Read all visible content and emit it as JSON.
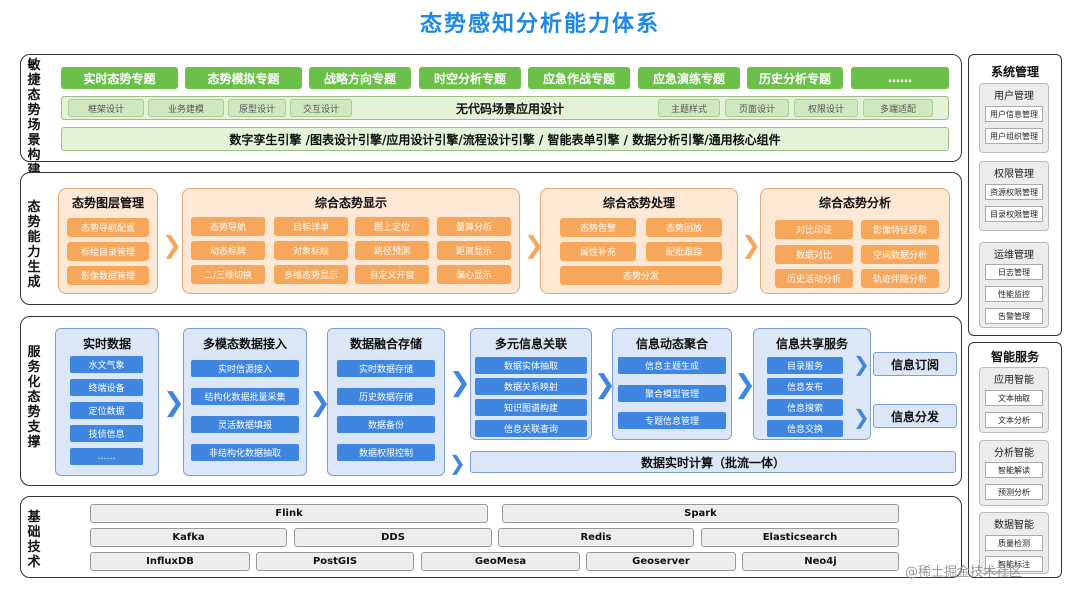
{
  "title": "态势感知分析能力体系",
  "watermark": "@稀土掘金技术社区",
  "scene_build": {
    "label": "敏捷态势场景构建",
    "topics": [
      "实时态势专题",
      "态势模拟专题",
      "战略方向专题",
      "时空分析专题",
      "应急作战专题",
      "应急演练专题",
      "历史分析专题",
      "……"
    ],
    "chips_left": [
      "框架设计",
      "业务建模",
      "原型设计",
      "交互设计"
    ],
    "center_label": "无代码场景应用设计",
    "chips_right": [
      "主题样式",
      "页面设计",
      "权限设计",
      "多端适配"
    ],
    "engines": "数字孪生引擎 /图表设计引擎/应用设计引擎/流程设计引擎 / 智能表单引擎 / 数据分析引擎/通用核心组件"
  },
  "ability": {
    "label": "态势能力生成",
    "layer_mgmt": {
      "title": "态势图层管理",
      "items": [
        "态势导航配置",
        "标绘目录管理",
        "影像数据管理"
      ]
    },
    "display": {
      "title": "综合态势显示",
      "items": [
        "态势导航",
        "目标详单",
        "图上定位",
        "量算分析",
        "动态标牌",
        "对象标绘",
        "路径预测",
        "距离显示",
        "二/三维切换",
        "多维态势显示",
        "自定义开窗",
        "偏心显示"
      ]
    },
    "process": {
      "title": "综合态势处理",
      "items": [
        "态势告警",
        "态势回放",
        "属性补充",
        "配批跟踪",
        "态势分发"
      ]
    },
    "analysis": {
      "title": "综合态势分析",
      "items": [
        "对比印证",
        "影像特征提取",
        "数据对比",
        "空间数据分析",
        "历史活动分析",
        "轨迹伴随分析"
      ]
    }
  },
  "service": {
    "label": "服务化态势支撑",
    "realtime": {
      "title": "实时数据",
      "items": [
        "水文气象",
        "终端设备",
        "定位数据",
        "技侦信息",
        "……"
      ]
    },
    "multimodal": {
      "title": "多模态数据接入",
      "items": [
        "实时信源接入",
        "结构化数据批量采集",
        "灵活数据填报",
        "非结构化数据抽取"
      ]
    },
    "fusion": {
      "title": "数据融合存储",
      "items": [
        "实时数据存储",
        "历史数据存储",
        "数据备份",
        "数据权限控制"
      ]
    },
    "association": {
      "title": "多元信息关联",
      "items": [
        "数据实体抽取",
        "数据关系映射",
        "知识图谱构建",
        "信息关联查询"
      ]
    },
    "aggregation": {
      "title": "信息动态聚合",
      "items": [
        "信息主题生成",
        "聚合模型管理",
        "专题信息管理"
      ]
    },
    "sharing": {
      "title": "信息共享服务",
      "items": [
        "目录服务",
        "信息发布",
        "信息搜索",
        "信息交换"
      ]
    },
    "subscribe": "信息订阅",
    "distribute": "信息分发",
    "calc": "数据实时计算（批流一体）"
  },
  "base": {
    "label": "基础技术",
    "row1": [
      "Flink",
      "Spark"
    ],
    "row2": [
      "Kafka",
      "DDS",
      "Redis",
      "Elasticsearch"
    ],
    "row3": [
      "InfluxDB",
      "PostGIS",
      "GeoMesa",
      "Geoserver",
      "Neo4j"
    ]
  },
  "system_mgmt": {
    "title": "系统管理",
    "groups": [
      {
        "title": "用户管理",
        "items": [
          "用户信息管理",
          "用户组织管理"
        ]
      },
      {
        "title": "权限管理",
        "items": [
          "资源权限管理",
          "目录权限管理"
        ]
      },
      {
        "title": "运维管理",
        "items": [
          "日志管理",
          "性能监控",
          "告警管理"
        ]
      }
    ]
  },
  "smart_service": {
    "title": "智能服务",
    "groups": [
      {
        "title": "应用智能",
        "items": [
          "文本抽取",
          "文本分析"
        ]
      },
      {
        "title": "分析智能",
        "items": [
          "智能解读",
          "预测分析"
        ]
      },
      {
        "title": "数据智能",
        "items": [
          "质量检测",
          "智能标注"
        ]
      }
    ]
  }
}
